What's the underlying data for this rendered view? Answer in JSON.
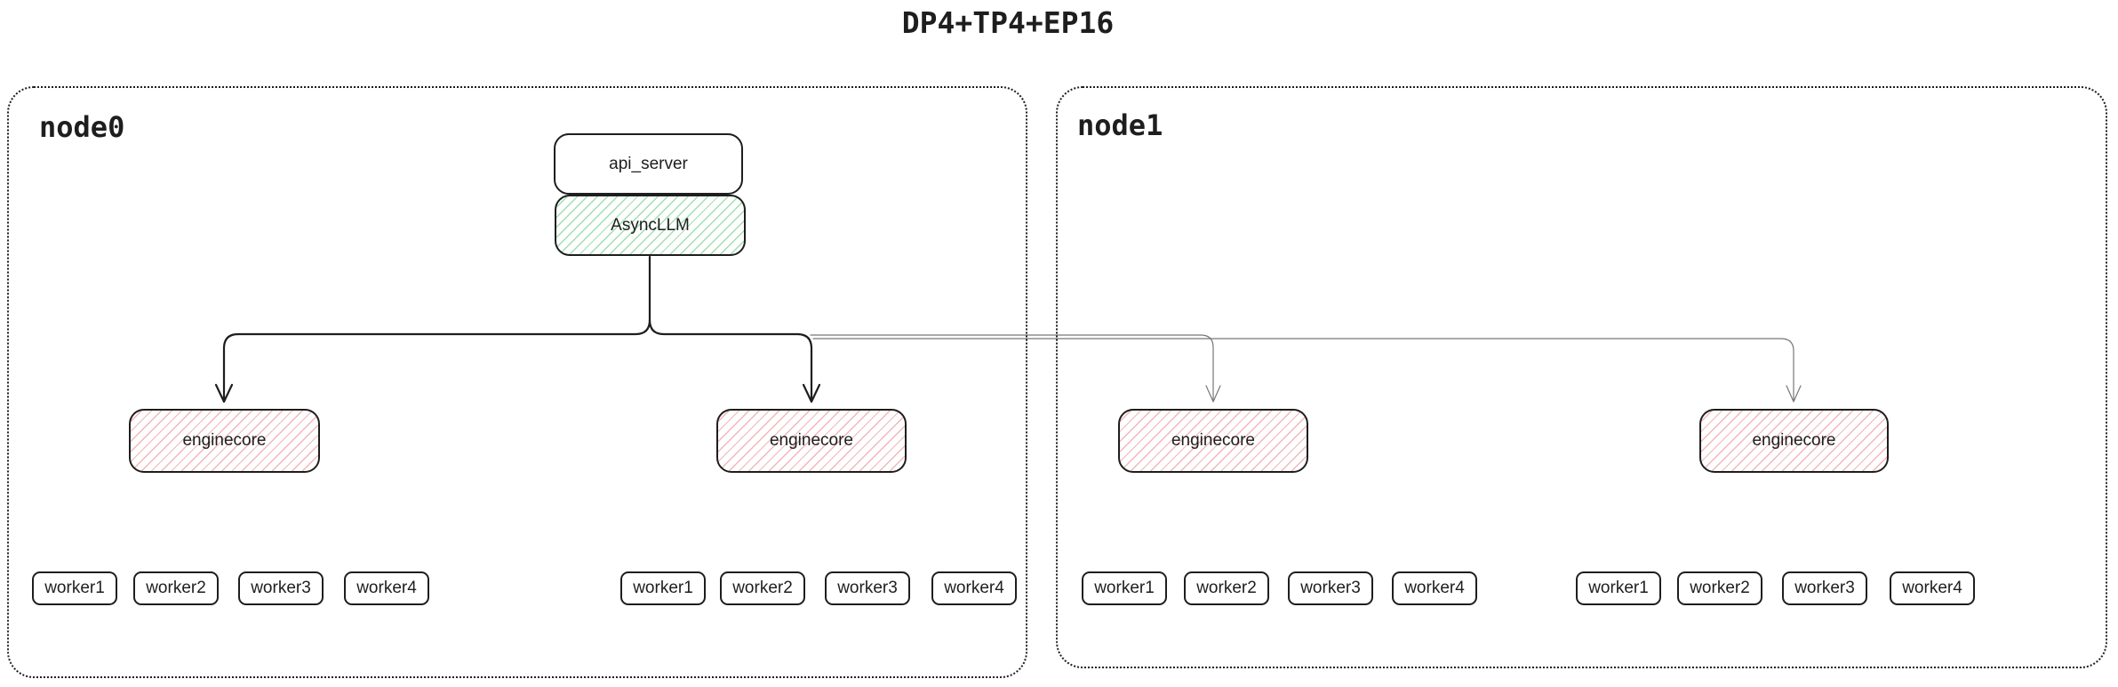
{
  "title": "DP4+TP4+EP16",
  "nodes": [
    {
      "label": "node0"
    },
    {
      "label": "node1"
    }
  ],
  "api_server": {
    "label": "api_server"
  },
  "async_llm": {
    "label": "AsyncLLM"
  },
  "enginecores": [
    {
      "label": "enginecore",
      "node": "node0"
    },
    {
      "label": "enginecore",
      "node": "node0"
    },
    {
      "label": "enginecore",
      "node": "node1"
    },
    {
      "label": "enginecore",
      "node": "node1"
    }
  ],
  "worker_groups": [
    {
      "workers": [
        "worker1",
        "worker2",
        "worker3",
        "worker4"
      ]
    },
    {
      "workers": [
        "worker1",
        "worker2",
        "worker3",
        "worker4"
      ]
    },
    {
      "workers": [
        "worker1",
        "worker2",
        "worker3",
        "worker4"
      ]
    },
    {
      "workers": [
        "worker1",
        "worker2",
        "worker3",
        "worker4"
      ]
    }
  ],
  "colors": {
    "ink": "#1e1e1e",
    "hatch_green": "rgba(82,196,110,0.55)",
    "hatch_red": "rgba(226,96,96,0.45)",
    "thin_line": "#777777",
    "background": "#ffffff"
  }
}
